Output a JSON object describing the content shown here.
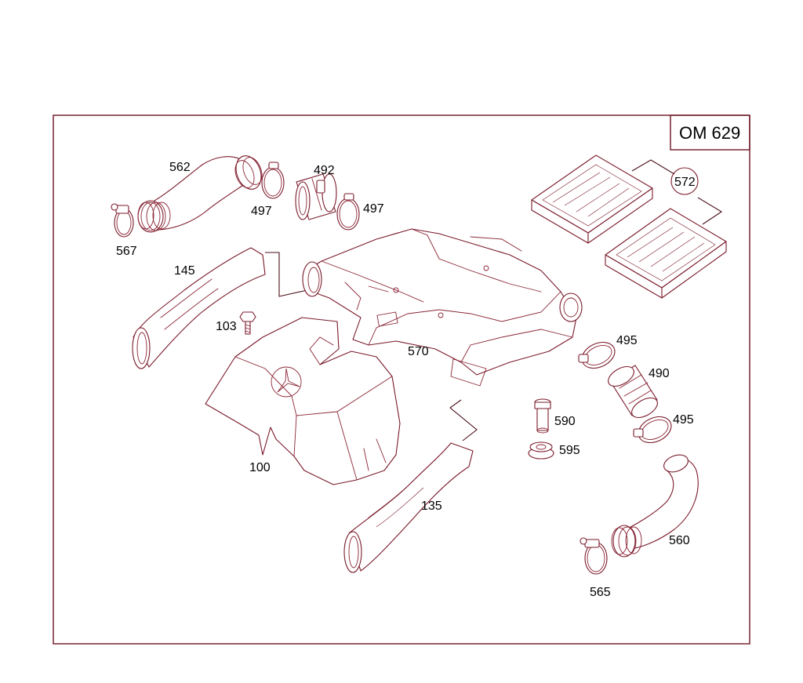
{
  "diagram": {
    "engine_code": "OM 629",
    "labels": {
      "p100": "100",
      "p103": "103",
      "p135": "135",
      "p145": "145",
      "p490": "490",
      "p492": "492",
      "p495a": "495",
      "p495b": "495",
      "p497a": "497",
      "p497b": "497",
      "p560": "560",
      "p562": "562",
      "p565": "565",
      "p567": "567",
      "p570": "570",
      "p572": "572",
      "p590": "590",
      "p595": "595"
    },
    "colors": {
      "line": "#7a1a2a",
      "frame": "#6b1522",
      "text": "#000000",
      "background": "#ffffff"
    }
  }
}
